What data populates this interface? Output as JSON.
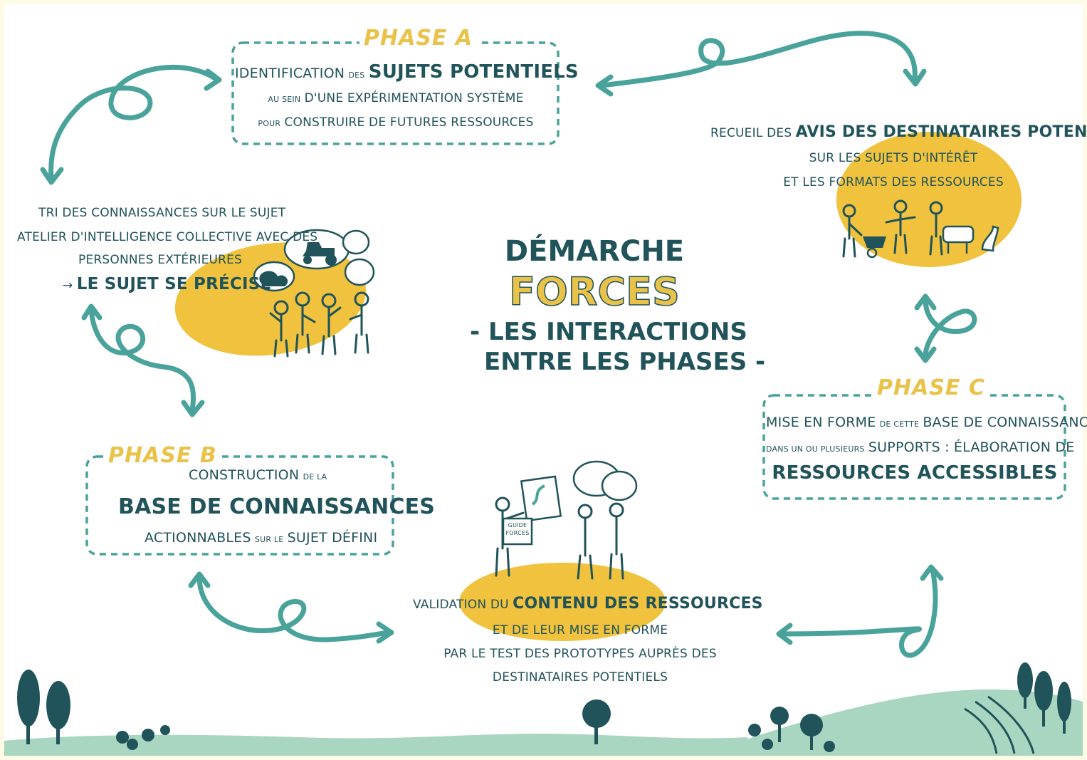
{
  "center": {
    "line1": "DÉMARCHE",
    "line2": "FORCES",
    "line3": "- LES INTERACTIONS",
    "line4": "ENTRE LES PHASES -"
  },
  "phase_a": {
    "label": "PHASE A",
    "l1a": "IDENTIFICATION",
    "l1b": "DES",
    "l1c": "SUJETS POTENTIELS",
    "l2a": "AU SEIN",
    "l2b": "D'UNE EXPÉRIMENTATION SYSTÈME",
    "l3a": "POUR",
    "l3b": "CONSTRUIRE DE FUTURES RESSOURCES"
  },
  "phase_b": {
    "label": "PHASE B",
    "l1a": "CONSTRUCTION",
    "l1b": "DE LA",
    "l2": "BASE DE CONNAISSANCES",
    "l3a": "ACTIONNABLES",
    "l3b": "SUR LE",
    "l3c": "SUJET DÉFINI"
  },
  "phase_c": {
    "label": "PHASE C",
    "l1a": "MISE EN FORME",
    "l1b": "DE CETTE",
    "l1c": "BASE DE CONNAISSANCES",
    "l2a": "DANS UN OU PLUSIEURS",
    "l2b": "SUPPORTS : ÉLABORATION DE",
    "l3": "RESSOURCES ACCESSIBLES"
  },
  "left_note": {
    "l1": "TRI DES CONNAISSANCES SUR LE SUJET",
    "l2": "ATELIER D'INTELLIGENCE COLLECTIVE AVEC DES",
    "l3": "PERSONNES EXTÉRIEURES",
    "l4a": "→",
    "l4b": "LE SUJET SE PRÉCISE"
  },
  "right_note": {
    "l1a": "RECUEIL DES",
    "l1b": "AVIS DES DESTINATAIRES POTENTIELS",
    "l2": "SUR LES SUJETS D'INTÉRÊT",
    "l3": "ET LES FORMATS DES RESSOURCES"
  },
  "bottom_note": {
    "l1a": "VALIDATION DU",
    "l1b": "CONTENU DES RESSOURCES",
    "l2": "ET DE LEUR MISE EN FORME",
    "l3": "PAR LE TEST DES PROTOTYPES AUPRÈS DES",
    "l4": "DESTINATAIRES POTENTIELS"
  },
  "sign": {
    "l1": "GUIDE",
    "l2": "FORCES"
  },
  "colors": {
    "teal": "#21535a",
    "arrow": "#4aa39b",
    "yellow": "#f0c23d",
    "hill": "#a9d6c0",
    "background": "#fdfbe6"
  }
}
